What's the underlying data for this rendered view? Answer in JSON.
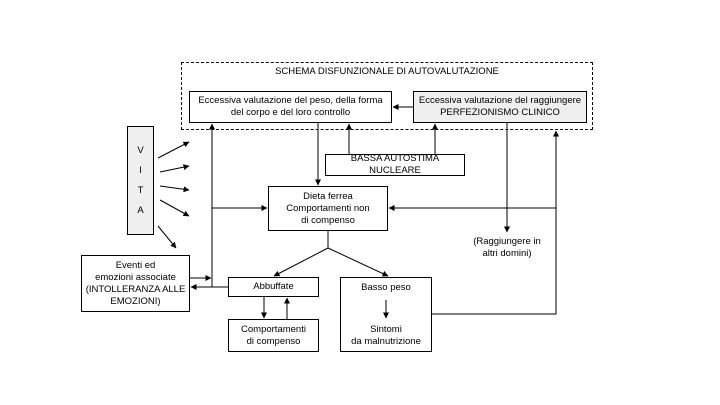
{
  "schema": {
    "title": "SCHEMA DISFUNZIONALE DI AUTOVALUTAZIONE",
    "valutazione_peso": [
      "Eccessiva valutazione del peso, della forma",
      "del corpo e del loro controllo"
    ],
    "valutazione_perfezionismo": [
      "Eccessiva valutazione del raggiungere",
      "PERFEZIONISMO CLINICO"
    ]
  },
  "autostima": "BASSA AUTOSTIMA NUCLEARE",
  "dieta": [
    "Dieta ferrea",
    "Comportamenti non",
    "di compenso"
  ],
  "vita_letters": [
    "V",
    "I",
    "T",
    "A"
  ],
  "eventi": [
    "Eventi ed",
    "emozioni associate",
    "(INTOLLERANZA ALLE",
    "EMOZIONI)"
  ],
  "abbuffate": "Abbuffate",
  "comportamenti_compenso": [
    "Comportamenti",
    "di compenso"
  ],
  "basso_peso": "Basso peso",
  "sintomi": [
    "Sintomi",
    "da malnutrizione"
  ],
  "raggiungere": [
    "(Raggiungere in",
    "altri domini)"
  ]
}
